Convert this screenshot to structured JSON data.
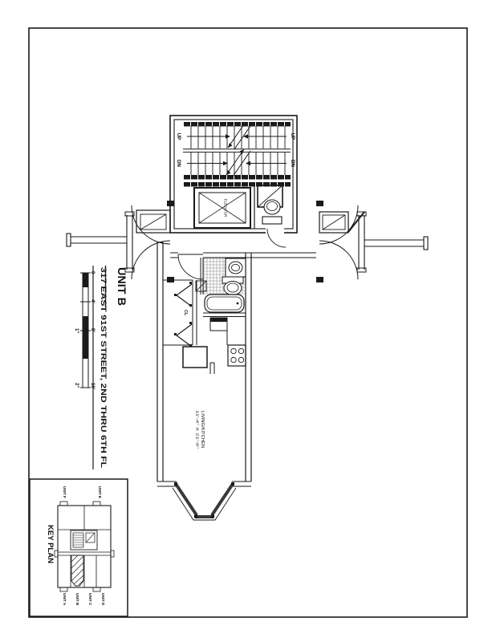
{
  "title": {
    "unit": "UNIT B",
    "address": "317 EAST 91ST STREET, 2ND THRU 6TH FL"
  },
  "scale_bar": {
    "labels": [
      "0",
      "4'",
      "8'",
      "16'"
    ],
    "inch_labels": [
      "1\"",
      "2\""
    ]
  },
  "core": {
    "stair_up": "UP",
    "stair_dn": "DN",
    "elevator": "ELEVATOR"
  },
  "unit": {
    "closet": "CL",
    "room_name": "LIVING/KITCHEN",
    "room_dim": "11'-4\" X 21'-6\""
  },
  "key_plan": {
    "label": "KEY PLAN",
    "top_units": [
      "UNIT F",
      "UNIT E"
    ],
    "bottom_units": [
      "UNIT A",
      "UNIT B",
      "UNIT C",
      "UNIT D"
    ]
  },
  "colors": {
    "line": "#1a1a1a",
    "background": "#ffffff"
  }
}
